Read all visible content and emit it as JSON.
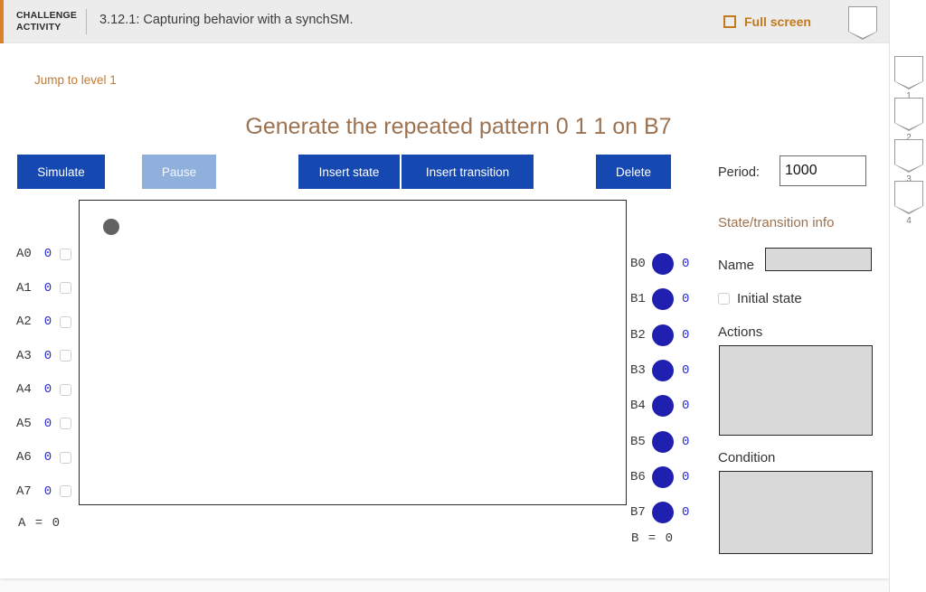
{
  "header": {
    "badge_line1": "CHALLENGE",
    "badge_line2": "ACTIVITY",
    "title": "3.12.1: Capturing behavior with a synchSM.",
    "fullscreen_label": "Full screen",
    "fullscreen_icon": "expand-icon",
    "bookmark_icon": "bookmark-icon",
    "accent_color": "#d9822b"
  },
  "rail": {
    "markers": [
      {
        "number": "1"
      },
      {
        "number": "2"
      },
      {
        "number": "3"
      },
      {
        "number": "4"
      }
    ]
  },
  "content": {
    "jump_link": "Jump to level 1",
    "title": "Generate the repeated pattern 0 1 1 on B7",
    "title_color": "#9c7250"
  },
  "toolbar": {
    "simulate_label": "Simulate",
    "pause_label": "Pause",
    "insert_state_label": "Insert state",
    "insert_transition_label": "Insert transition",
    "delete_label": "Delete",
    "active_color": "#1548b0",
    "disabled_color": "#8fb0dd"
  },
  "period": {
    "label": "Period:",
    "value": "1000",
    "placeholder": ""
  },
  "canvas": {
    "state_dot_color": "#626262"
  },
  "inputs": {
    "rows": [
      {
        "name": "A0",
        "value": "0",
        "checked": false
      },
      {
        "name": "A1",
        "value": "0",
        "checked": false
      },
      {
        "name": "A2",
        "value": "0",
        "checked": false
      },
      {
        "name": "A3",
        "value": "0",
        "checked": false
      },
      {
        "name": "A4",
        "value": "0",
        "checked": false
      },
      {
        "name": "A5",
        "value": "0",
        "checked": false
      },
      {
        "name": "A6",
        "value": "0",
        "checked": false
      },
      {
        "name": "A7",
        "value": "0",
        "checked": false
      }
    ],
    "summary": "A  =  0"
  },
  "outputs": {
    "rows": [
      {
        "name": "B0",
        "value": "0"
      },
      {
        "name": "B1",
        "value": "0"
      },
      {
        "name": "B2",
        "value": "0"
      },
      {
        "name": "B3",
        "value": "0"
      },
      {
        "name": "B4",
        "value": "0"
      },
      {
        "name": "B5",
        "value": "0"
      },
      {
        "name": "B6",
        "value": "0"
      },
      {
        "name": "B7",
        "value": "0"
      }
    ],
    "summary": "B  =  0",
    "led_color": "#2020b0"
  },
  "info_panel": {
    "title": "State/transition info",
    "name_label": "Name",
    "name_value": "",
    "initial_state_label": "Initial state",
    "initial_state_checked": false,
    "actions_label": "Actions",
    "actions_value": "",
    "condition_label": "Condition",
    "condition_value": ""
  }
}
